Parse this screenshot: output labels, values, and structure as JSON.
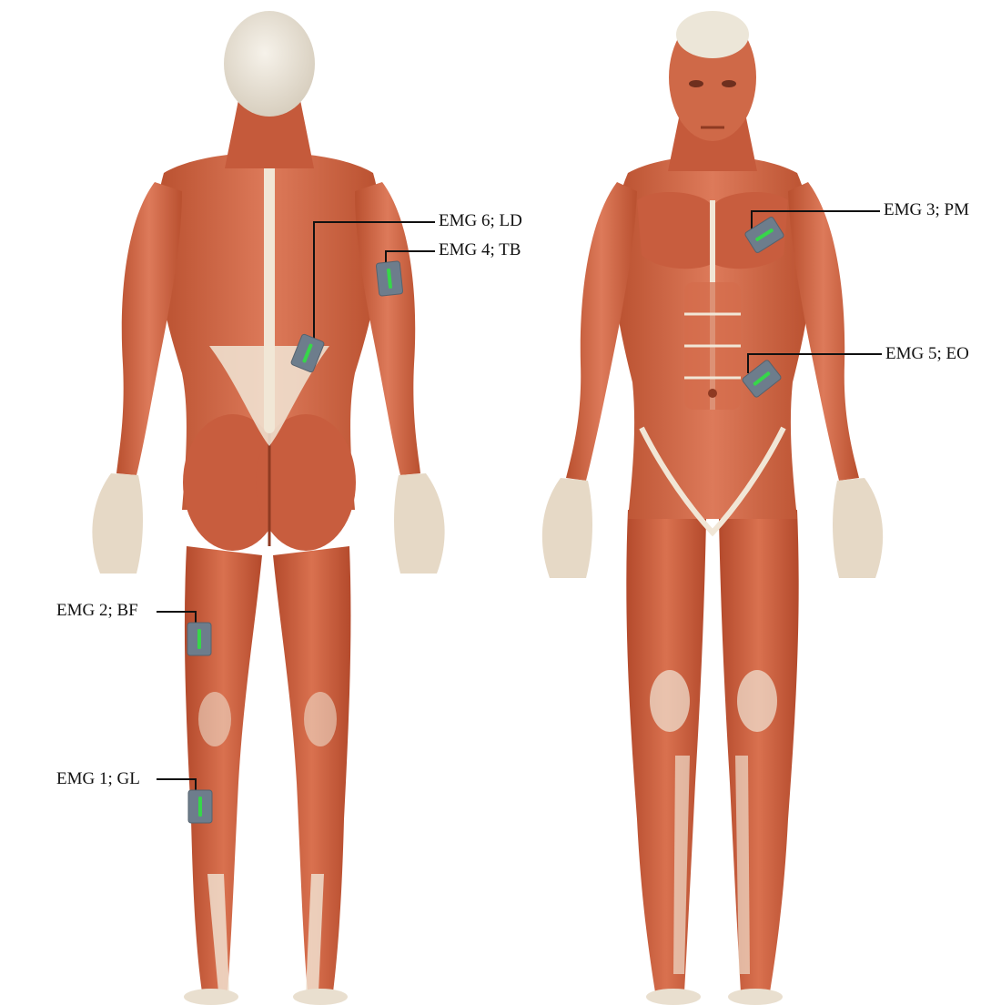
{
  "colors": {
    "muscle": "#d2694a",
    "muscle_dark": "#a9452c",
    "tendon": "#f1e6d6",
    "skull": "#ece6d8",
    "sensor": "#6d7d8c",
    "sensor_led": "#37d64a",
    "leader_line": "#111111"
  },
  "figures": {
    "posterior": {
      "view": "back"
    },
    "anterior": {
      "view": "front"
    }
  },
  "sensors": {
    "ld": {
      "label": "EMG 6; LD",
      "icon": "emg-sensor-icon"
    },
    "tb": {
      "label": "EMG 4; TB",
      "icon": "emg-sensor-icon"
    },
    "pm": {
      "label": "EMG 3; PM",
      "icon": "emg-sensor-icon"
    },
    "eo": {
      "label": "EMG 5; EO",
      "icon": "emg-sensor-icon"
    },
    "bf": {
      "label": "EMG 2; BF",
      "icon": "emg-sensor-icon"
    },
    "gl": {
      "label": "EMG 1; GL",
      "icon": "emg-sensor-icon"
    }
  }
}
